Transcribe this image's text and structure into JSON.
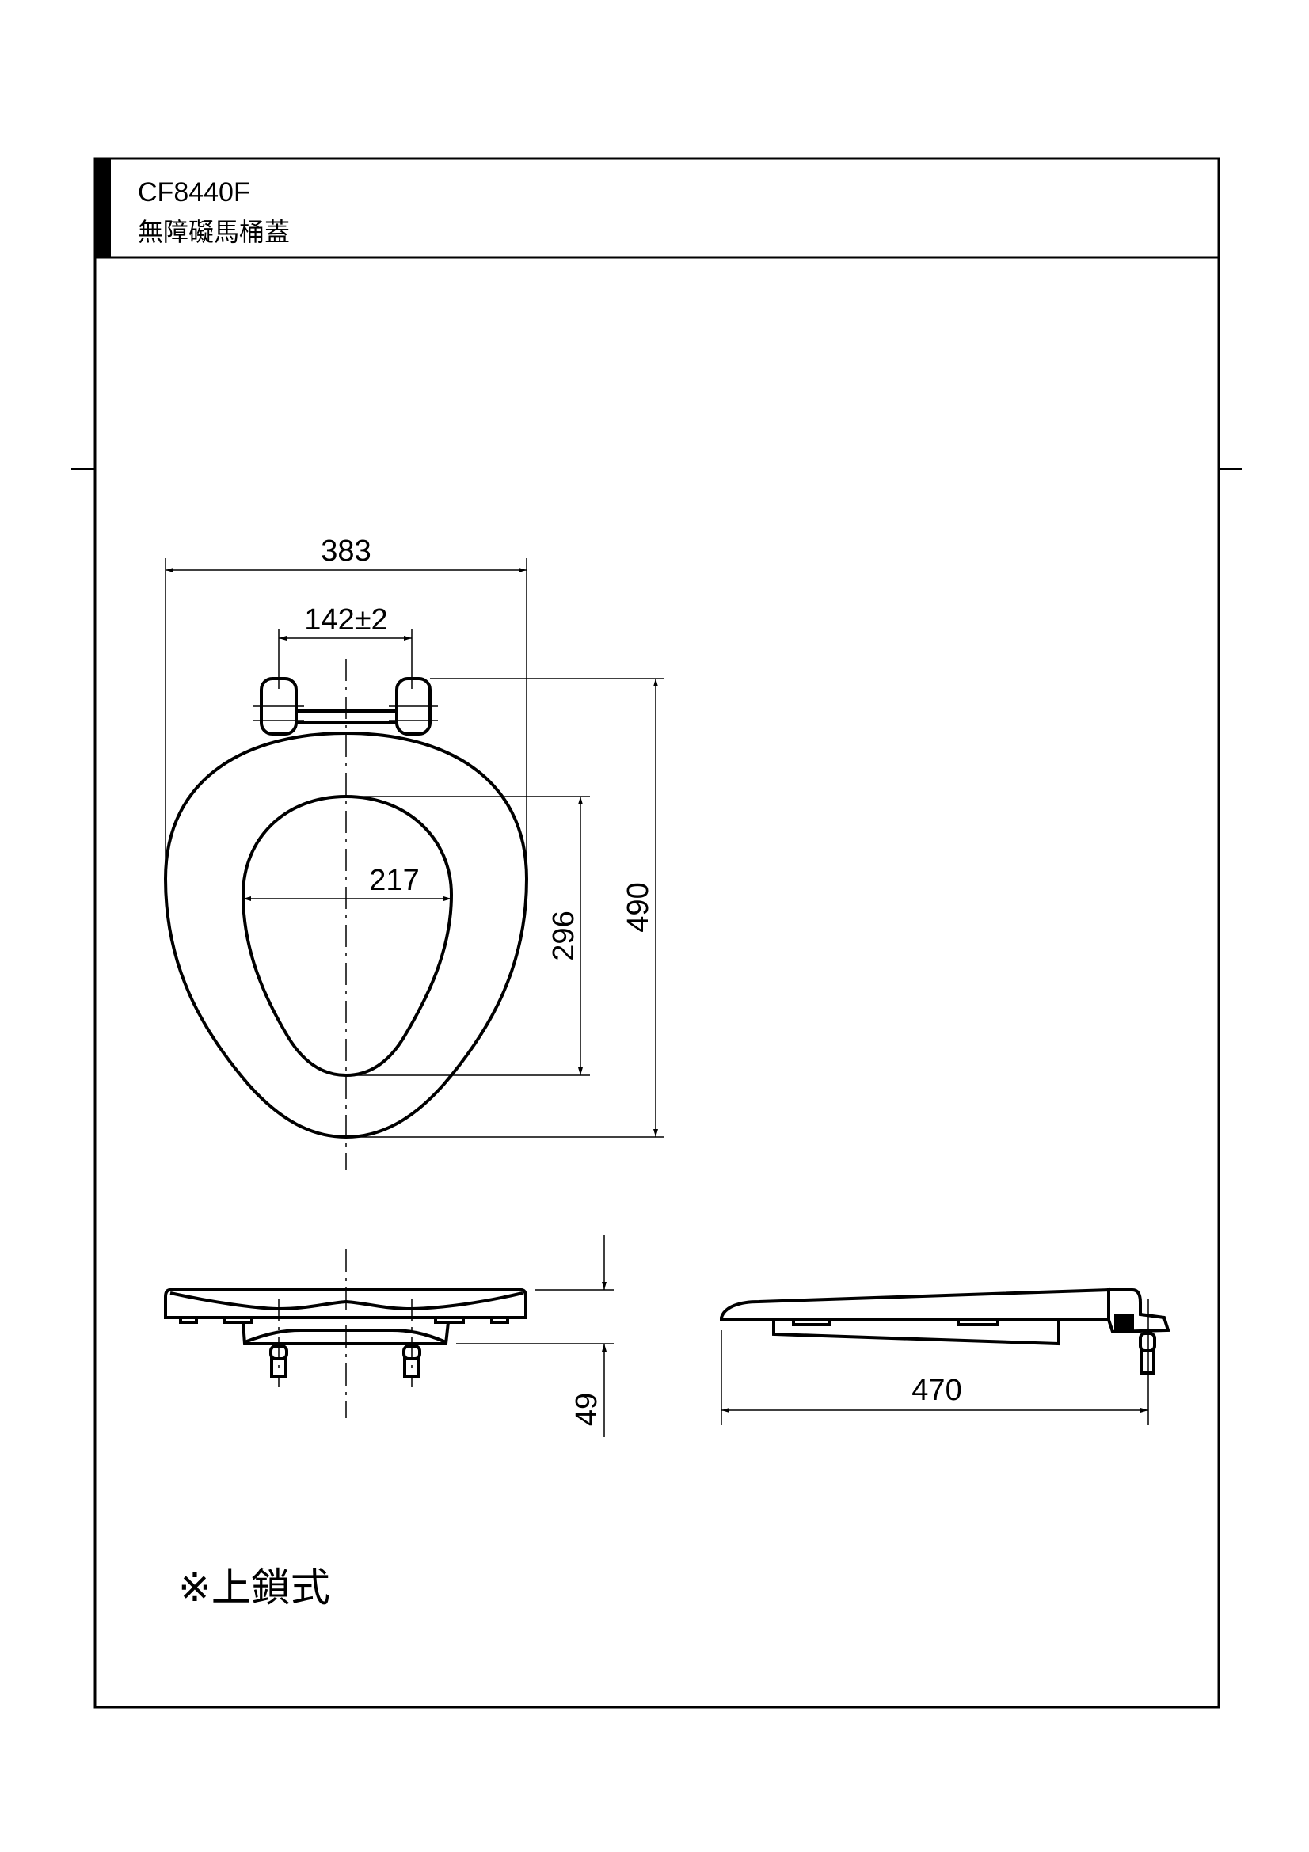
{
  "header": {
    "model": "CF8440F",
    "product_name": "無障礙馬桶蓋"
  },
  "dimensions": {
    "overall_width": "383",
    "hinge_spacing": "142±2",
    "opening_width": "217",
    "opening_length": "296",
    "overall_length": "490",
    "height": "49",
    "side_length": "470"
  },
  "note": "※上鎖式"
}
